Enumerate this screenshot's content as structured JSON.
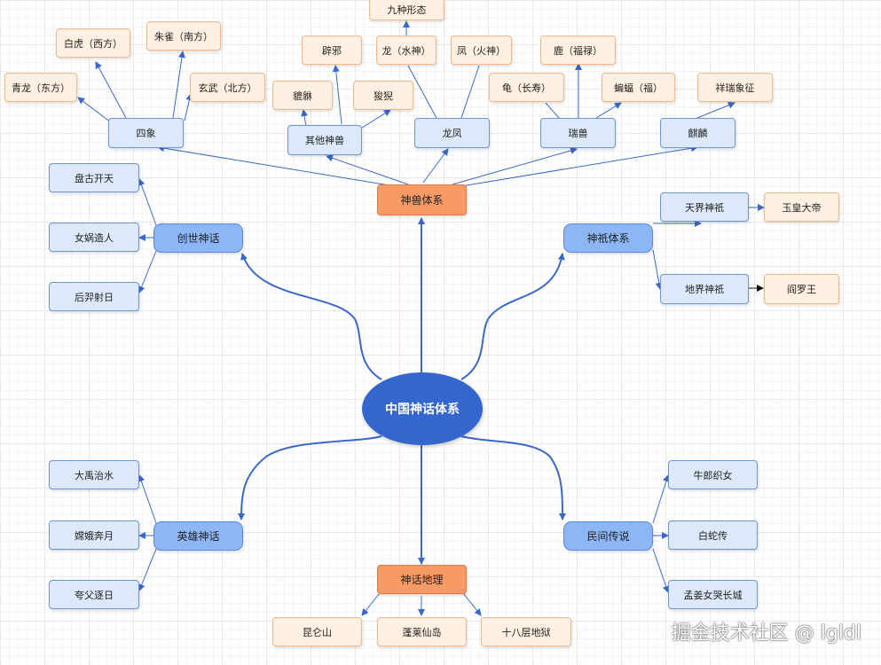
{
  "root": "中国神话体系",
  "categories": {
    "shenshou": "神兽体系",
    "chuangshi": "创世神话",
    "shenqi": "神祇体系",
    "yingxiong": "英雄神话",
    "minjian": "民间传说",
    "dili": "神话地理"
  },
  "shenshou": {
    "sixiang": "四象",
    "qita": "其他神兽",
    "longfeng": "龙凤",
    "ruishou": "瑞兽",
    "qilin": "麒麟",
    "qinglong": "青龙（东方）",
    "baihu": "白虎（西方）",
    "zhuque": "朱雀（南方）",
    "xuanwu": "玄武（北方）",
    "pixie": "辟邪",
    "pixiu": "貔貅",
    "suanni": "狻猊",
    "long": "龙（水神）",
    "jiuzhong": "九种形态",
    "feng": "凤（火神）",
    "gui": "龟（长寿）",
    "lu": "鹿（福禄）",
    "bianfu": "蝙蝠（福）",
    "xiangrui": "祥瑞象征"
  },
  "chuangshi": {
    "pangu": "盘古开天",
    "nvwa": "女娲造人",
    "houyi": "后羿射日"
  },
  "shenqi": {
    "tianjie": "天界神祇",
    "yuhuang": "玉皇大帝",
    "dijie": "地界神祇",
    "yanluo": "阎罗王"
  },
  "yingxiong": {
    "dayu": "大禹治水",
    "change": "嫦娥奔月",
    "kuafu": "夸父逐日"
  },
  "minjian": {
    "niulang": "牛郎织女",
    "baishe": "白蛇传",
    "mengjiang": "孟姜女哭长城"
  },
  "dili": {
    "kunlun": "昆仑山",
    "penglai": "蓬莱仙岛",
    "diyu": "十八层地狱"
  },
  "watermark": "掘金技术社区 @ lgldl",
  "colors": {
    "root": "#3467cd",
    "category": "#8db6f7",
    "category_orange": "#f89a66",
    "node_blue": "#dde9fb",
    "node_peach": "#fff0e2",
    "edge": "#3b67c9"
  }
}
